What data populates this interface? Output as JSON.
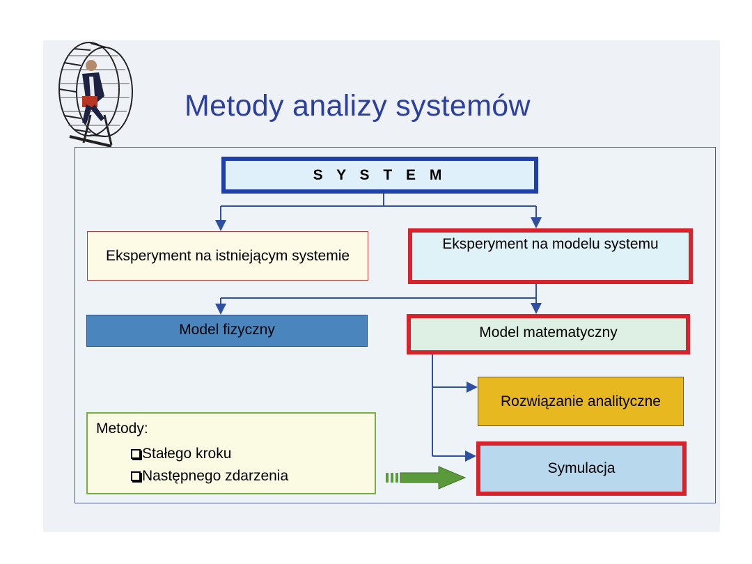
{
  "title": "Metody analizy systemów",
  "system": "S Y S T E M",
  "nodes": {
    "exp_real": "Eksperyment na istniejącym systemie",
    "exp_model": "Eksperyment na modelu systemu",
    "model_phys": "Model fizyczny",
    "model_math": "Model matematyczny",
    "analytic": "Rozwiązanie analityczne",
    "simulation": "Symulacja"
  },
  "methods": {
    "heading": "Metody:",
    "items": [
      "Stałego kroku",
      "Następnego zdarzenia"
    ]
  },
  "colors": {
    "title": "#2a3f9e",
    "system_border": "#1f40a8",
    "highlight_border": "#d7232b",
    "arrow_green": "#5a9a3a",
    "connector": "#2f4fa0"
  },
  "icons": [
    "hamster-wheel-businessman-icon",
    "checkbox-icon",
    "big-green-arrow-icon"
  ]
}
